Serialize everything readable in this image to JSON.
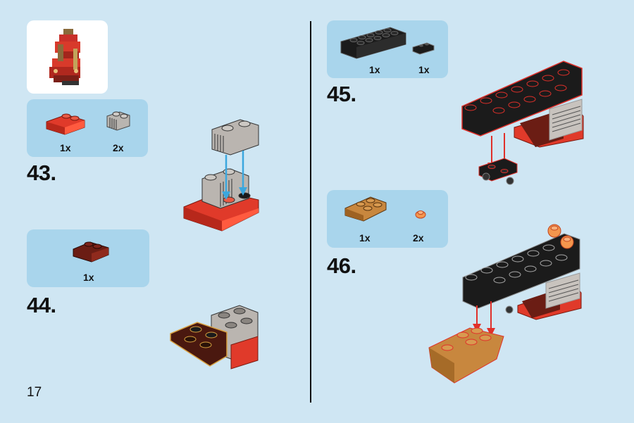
{
  "page": {
    "number": "17"
  },
  "steps": [
    {
      "number": "43.",
      "parts": [
        {
          "qty": "1x",
          "part": "red slope brick 2x2"
        },
        {
          "qty": "2x",
          "part": "grey grille brick 1x2"
        }
      ]
    },
    {
      "number": "44.",
      "parts": [
        {
          "qty": "1x",
          "part": "dark red slope brick 2x2"
        }
      ]
    },
    {
      "number": "45.",
      "parts": [
        {
          "qty": "1x",
          "part": "black brick 2x6"
        },
        {
          "qty": "1x",
          "part": "black wheel holder plate"
        }
      ]
    },
    {
      "number": "46.",
      "parts": [
        {
          "qty": "1x",
          "part": "pearl gold slope 2x3"
        },
        {
          "qty": "2x",
          "part": "trans-orange round plate 1x1"
        }
      ]
    }
  ],
  "colors": {
    "background": "#cfe6f3",
    "panel": "#a9d5ec",
    "red": "#e03a2a",
    "dark_red": "#6b1d14",
    "grey": "#a8a39f",
    "black": "#1b1b1b",
    "gold": "#c8873e",
    "trans_orange": "#f4964d",
    "arrow_blue": "#3ba7de",
    "arrow_red": "#e0302a"
  }
}
